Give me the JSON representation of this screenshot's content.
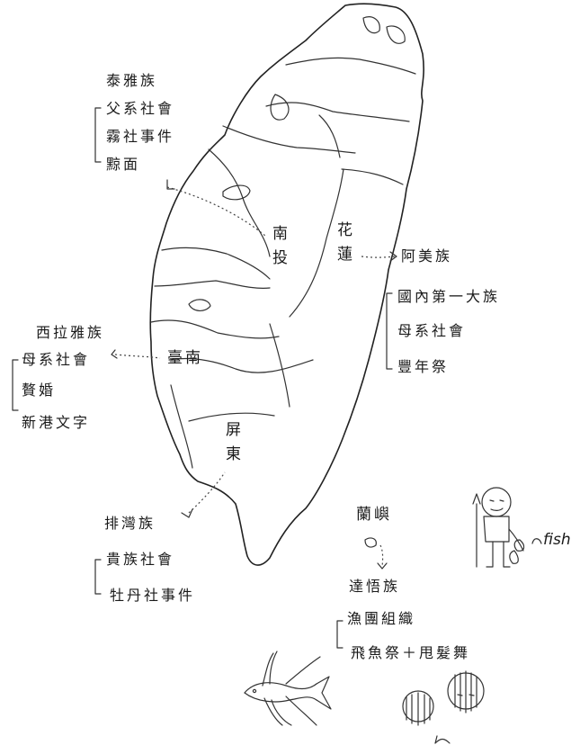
{
  "places": {
    "nantou": "南投",
    "hualien": "花蓮",
    "tainan": "臺南",
    "pingtung": "屏東",
    "lanyu": "蘭嶼"
  },
  "groups": {
    "atayal": {
      "name": "泰雅族",
      "facts": [
        "父系社會",
        "霧社事件",
        "黥面"
      ]
    },
    "siraya": {
      "name": "西拉雅族",
      "facts": [
        "母系社會",
        "贅婚",
        "新港文字"
      ]
    },
    "amis": {
      "name": "阿美族",
      "facts": [
        "國內第一大族",
        "母系社會",
        "豐年祭"
      ]
    },
    "paiwan": {
      "name": "排灣族",
      "facts": [
        "貴族社會",
        "牡丹社事件"
      ]
    },
    "tao": {
      "name": "達悟族",
      "facts": [
        "漁團組織",
        "飛魚祭＋甩髮舞"
      ]
    }
  },
  "annotation": {
    "fish": "fish"
  },
  "colors": {
    "ink": "#222222",
    "paper": "#ffffff"
  }
}
